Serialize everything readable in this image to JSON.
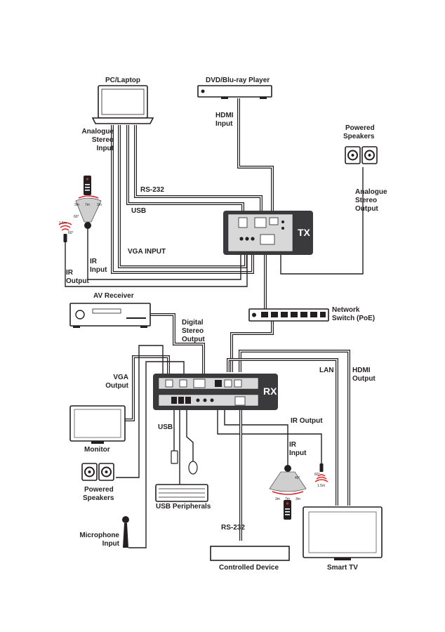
{
  "labels": {
    "pc_laptop": "PC/Laptop",
    "dvd_player": "DVD/Blu-ray Player",
    "hdmi_input": [
      "HDMI",
      "Input"
    ],
    "analogue_stereo_input": [
      "Analogue",
      "Stereo",
      "Input"
    ],
    "powered_speakers_top": [
      "Powered",
      "Speakers"
    ],
    "analogue_stereo_output": [
      "Analogue",
      "Stereo",
      "Output"
    ],
    "rs232_top": "RS-232",
    "usb_top": "USB",
    "vga_input": "VGA INPUT",
    "ir_output_left": [
      "IR",
      "Output"
    ],
    "ir_input_left": [
      "IR",
      "Input"
    ],
    "tx": "TX",
    "av_receiver": "AV Receiver",
    "digital_stereo_output": [
      "Digital",
      "Stereo",
      "Output"
    ],
    "network_switch": [
      "Network",
      "Switch (PoE)"
    ],
    "lan": "LAN",
    "hdmi_output": [
      "HDMI",
      "Output"
    ],
    "vga_output": [
      "VGA",
      "Output"
    ],
    "rx": "RX",
    "monitor": "Monitor",
    "usb_mid": "USB",
    "ir_output_right": "IR Output",
    "ir_input_right": [
      "IR",
      "Input"
    ],
    "powered_speakers_bottom": [
      "Powered",
      "Speakers"
    ],
    "usb_peripherals": "USB Peripherals",
    "microphone_input": [
      "Microphone",
      "Input"
    ],
    "rs232_bottom": "RS-232",
    "controlled_device": "Controlled Device",
    "smart_tv": "Smart TV",
    "ir_range_left": {
      "near": "3m",
      "mid": "7m",
      "far": "3m",
      "angle": "60°"
    },
    "ir_emit_left": {
      "dist": "1.5m",
      "angle": "60°"
    },
    "ir_range_right": {
      "near": "3m",
      "mid": "7m",
      "far": "3m",
      "angle": "40°"
    },
    "ir_emit_right": {
      "dist": "1.5m",
      "angle": "60°"
    }
  },
  "colors": {
    "ink": "#231f20",
    "panel": "#3a3a3c",
    "panel_light": "#d8d8d8"
  }
}
